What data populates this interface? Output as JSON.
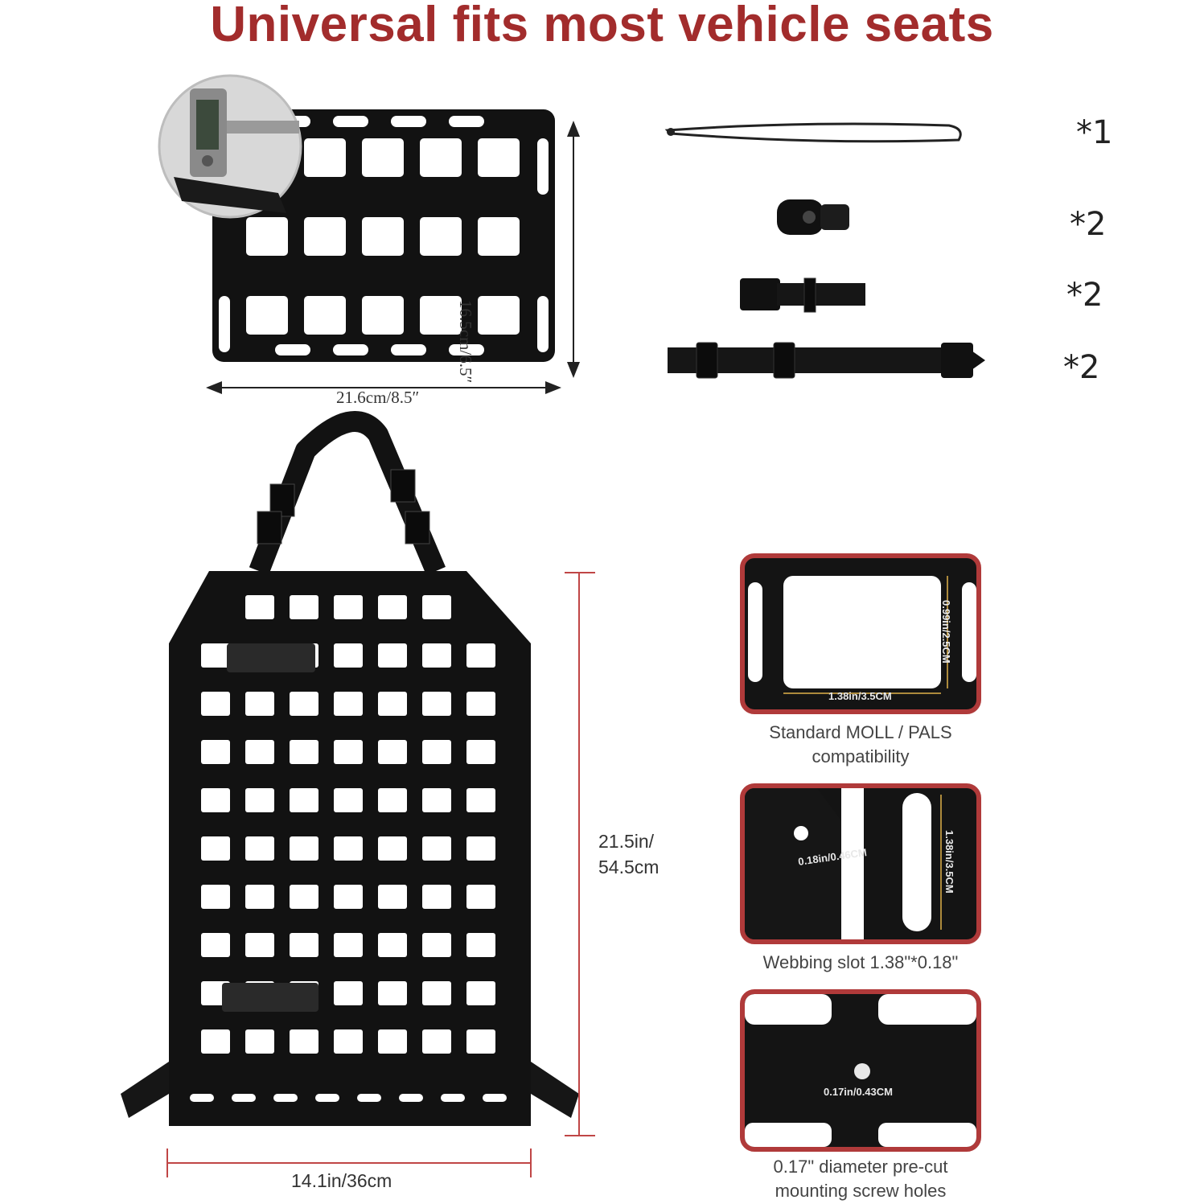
{
  "title": "Universal fits most vehicle seats",
  "small_panel": {
    "height_label": "16.5cm/6.5″",
    "width_label": "21.6cm/8.5″"
  },
  "accessories": [
    {
      "name": "elastic-cord",
      "qty": "*1"
    },
    {
      "name": "cord-lock",
      "qty": "*2"
    },
    {
      "name": "short-buckle-strap",
      "qty": "*2"
    },
    {
      "name": "long-buckle-strap",
      "qty": "*2"
    }
  ],
  "large_panel": {
    "height_label_line1": "21.5in/",
    "height_label_line2": "54.5cm",
    "width_label": "14.1in/36cm"
  },
  "details": [
    {
      "measure_a": "0.99in/2.5CM",
      "measure_b": "1.38in/3.5CM",
      "caption_line1": "Standard MOLL / PALS",
      "caption_line2": "compatibility"
    },
    {
      "measure_a": "1.38in/3.5CM",
      "measure_b": "0.18in/0.46CM",
      "caption_line1": "Webbing slot 1.38\"*0.18\"",
      "caption_line2": ""
    },
    {
      "measure_a": "0.17in/0.43CM",
      "caption_line1": "0.17\" diameter pre-cut",
      "caption_line2": "mounting screw holes"
    }
  ],
  "colors": {
    "title": "#a22c2c",
    "frame": "#b03a3a",
    "panel": "#121212",
    "dimension_line": "#c04646",
    "measure_line": "#e0b24a"
  }
}
